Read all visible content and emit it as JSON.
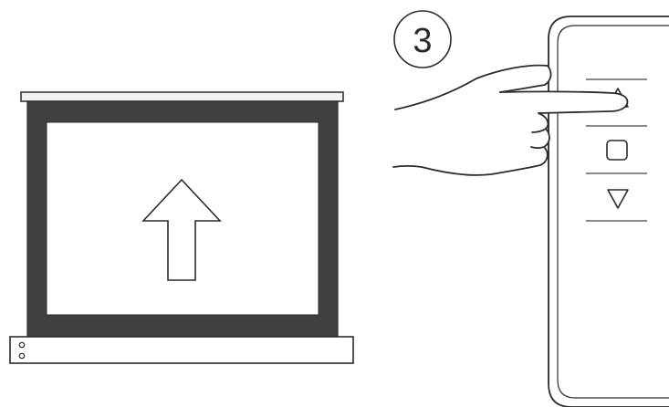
{
  "step": {
    "number": "3"
  },
  "screen": {
    "motion": "up",
    "icon": "arrow-up-icon"
  },
  "remote": {
    "buttons": [
      {
        "name": "up",
        "icon": "triangle-up-icon",
        "pressed": true
      },
      {
        "name": "stop",
        "icon": "square-icon",
        "pressed": false
      },
      {
        "name": "down",
        "icon": "triangle-down-icon",
        "pressed": false
      }
    ]
  },
  "colors": {
    "line": "#2b2b2b",
    "screen_frame": "#404040",
    "screen_surface": "#ffffff",
    "remote_divider": "#8a8a8a"
  }
}
